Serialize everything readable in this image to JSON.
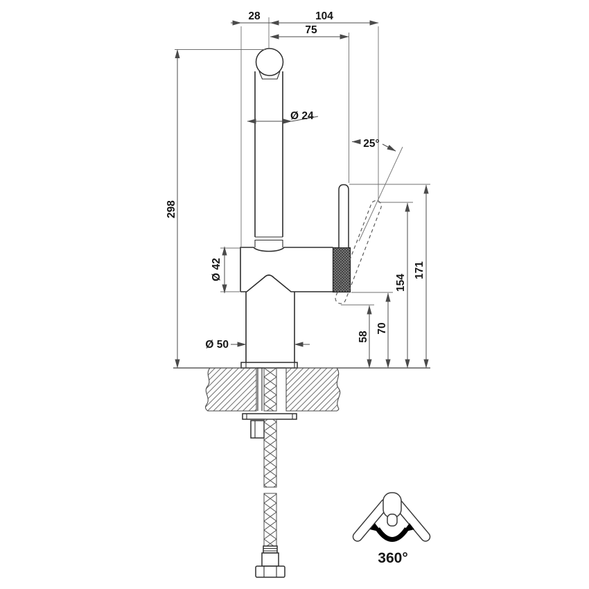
{
  "drawing": {
    "colors": {
      "background": "#ffffff",
      "outline": "#2d2d2d",
      "dimension_lines": "#4a4a4a",
      "text": "#161616",
      "knurl_fill": "#383838"
    },
    "dims": {
      "offset_body_to_spout": "28",
      "reach_total": "104",
      "reach_spout": "75",
      "height_overall": "298",
      "dia_spout": "Ø 24",
      "angle_lever": "25°",
      "dia_body": "Ø 42",
      "dia_base": "Ø 50",
      "height_lever_bottom": "58",
      "height_body_bottom": "70",
      "height_lever_tilted_tip": "154",
      "height_lever_top": "171"
    },
    "swivel": {
      "label": "360°"
    }
  }
}
